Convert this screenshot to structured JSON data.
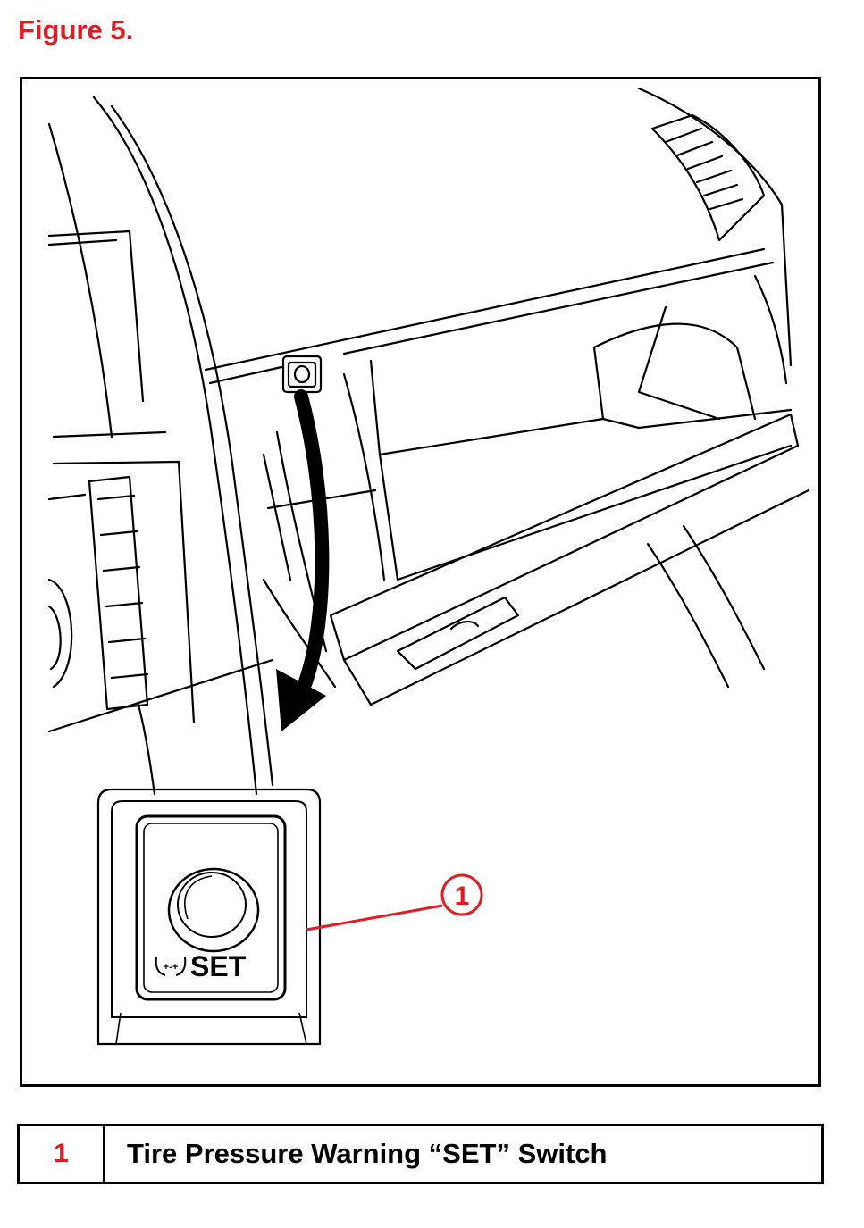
{
  "figure_title": "Figure 5.",
  "callout": {
    "number": "1",
    "color": "#e31b23"
  },
  "switch_label": "SET",
  "legend": {
    "rows": [
      {
        "number": "1",
        "description": "Tire Pressure Warning “SET” Switch"
      }
    ]
  },
  "colors": {
    "accent": "#e31b23",
    "line": "#000000"
  }
}
